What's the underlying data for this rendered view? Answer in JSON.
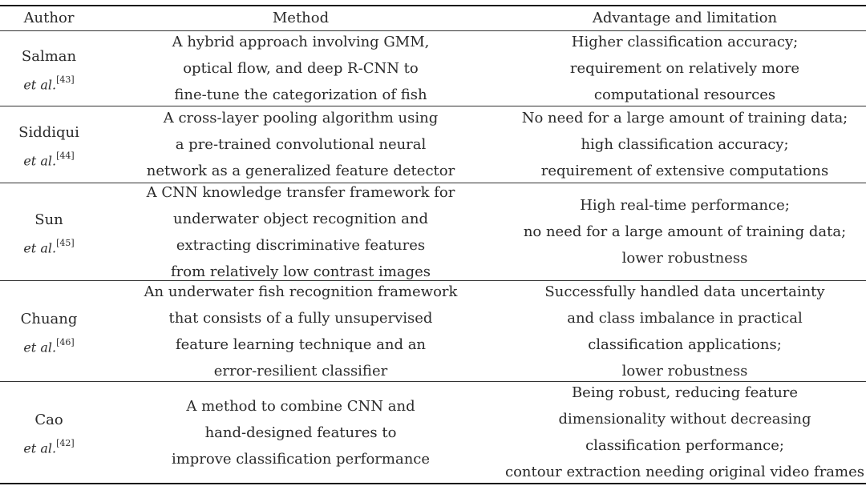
{
  "table": {
    "headers": {
      "author": "Author",
      "method": "Method",
      "advantage": "Advantage and limitation"
    },
    "rows": [
      {
        "author": "Salman",
        "etal": "et al.",
        "ref": "[43]",
        "method": [
          "A hybrid approach involving GMM,",
          "optical flow, and deep R-CNN to",
          "fine-tune the categorization of fish"
        ],
        "advantage": [
          "Higher classification accuracy;",
          "requirement on relatively more",
          "computational resources"
        ]
      },
      {
        "author": "Siddiqui",
        "etal": "et al.",
        "ref": "[44]",
        "method": [
          "A cross-layer pooling algorithm using",
          "a pre-trained convolutional neural",
          "network as a generalized feature detector"
        ],
        "advantage": [
          "No need for a large amount of training data;",
          "high classification accuracy;",
          "requirement of extensive computations"
        ]
      },
      {
        "author": "Sun",
        "etal": "et al.",
        "ref": "[45]",
        "method": [
          "A CNN knowledge transfer framework for",
          "underwater object recognition and",
          "extracting discriminative features",
          "from relatively low contrast images"
        ],
        "advantage": [
          "High real-time performance;",
          "no need for a large amount of training data;",
          "lower robustness"
        ]
      },
      {
        "author": "Chuang",
        "etal": "et al.",
        "ref": "[46]",
        "method": [
          "An underwater fish recognition framework",
          "that consists of a fully unsupervised",
          "feature learning technique and an",
          "error-resilient classifier"
        ],
        "advantage": [
          "Successfully handled data uncertainty",
          "and class imbalance in practical",
          "classification applications;",
          "lower robustness"
        ]
      },
      {
        "author": "Cao",
        "etal": "et al.",
        "ref": "[42]",
        "method": [
          "A method to combine CNN and",
          "hand-designed features to",
          "improve classification performance"
        ],
        "advantage": [
          "Being robust, reducing feature",
          "dimensionality without decreasing",
          "classification performance;",
          "contour extraction needing original video frames"
        ]
      }
    ]
  }
}
